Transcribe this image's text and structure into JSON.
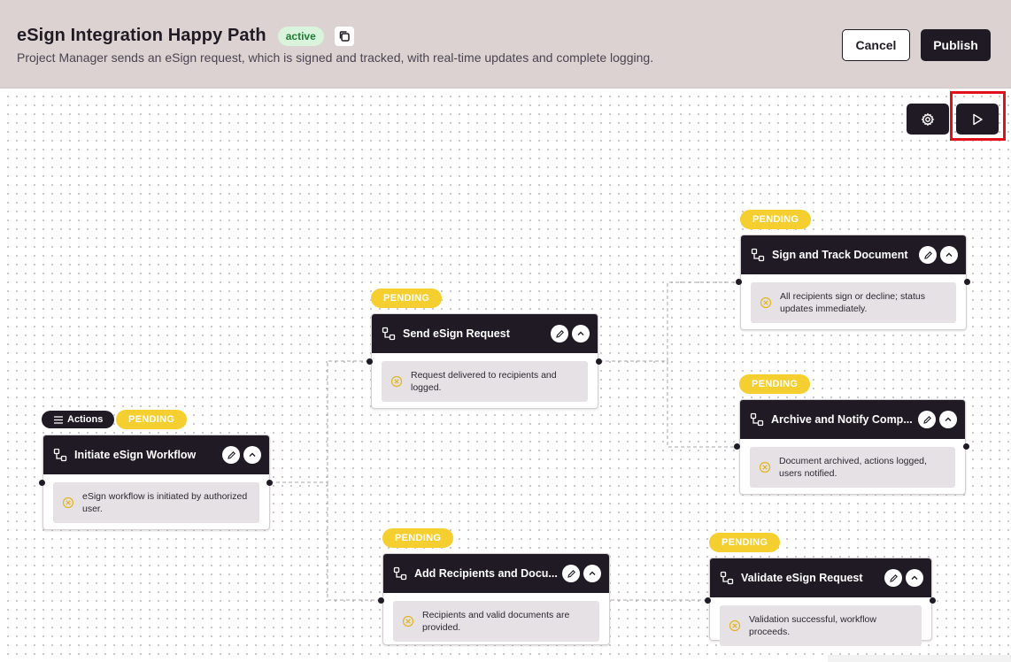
{
  "header": {
    "title": "eSign Integration Happy Path",
    "status": "active",
    "subtitle": "Project Manager sends an eSign request, which is signed and tracked, with real-time updates and complete logging.",
    "cancel_label": "Cancel",
    "publish_label": "Publish"
  },
  "toolbar": {
    "settings_icon": "gear-icon",
    "run_icon": "play-icon"
  },
  "actions_pill": {
    "label": "Actions",
    "icon": "list-icon"
  },
  "nodes": [
    {
      "id": "initiate",
      "status": "PENDING",
      "title": "Initiate eSign Workflow",
      "description": "eSign workflow is initiated by authorized user."
    },
    {
      "id": "send",
      "status": "PENDING",
      "title": "Send eSign Request",
      "description": "Request delivered to recipients and logged."
    },
    {
      "id": "add-recipients",
      "status": "PENDING",
      "title": "Add Recipients and Docu...",
      "description": "Recipients and valid documents are provided."
    },
    {
      "id": "sign-track",
      "status": "PENDING",
      "title": "Sign and Track Document",
      "description": "All recipients sign or decline; status updates immediately."
    },
    {
      "id": "archive",
      "status": "PENDING",
      "title": "Archive and Notify Comp...",
      "description": "Document archived, actions logged, users notified."
    },
    {
      "id": "validate",
      "status": "PENDING",
      "title": "Validate eSign Request",
      "description": "Validation successful, workflow proceeds."
    }
  ],
  "colors": {
    "header_bg": "#dbd2d1",
    "dark": "#1f1a24",
    "pending": "#f5cf2f",
    "active_bg": "#d9f3dd",
    "active_text": "#1f7a35",
    "highlight": "#e0111a"
  }
}
